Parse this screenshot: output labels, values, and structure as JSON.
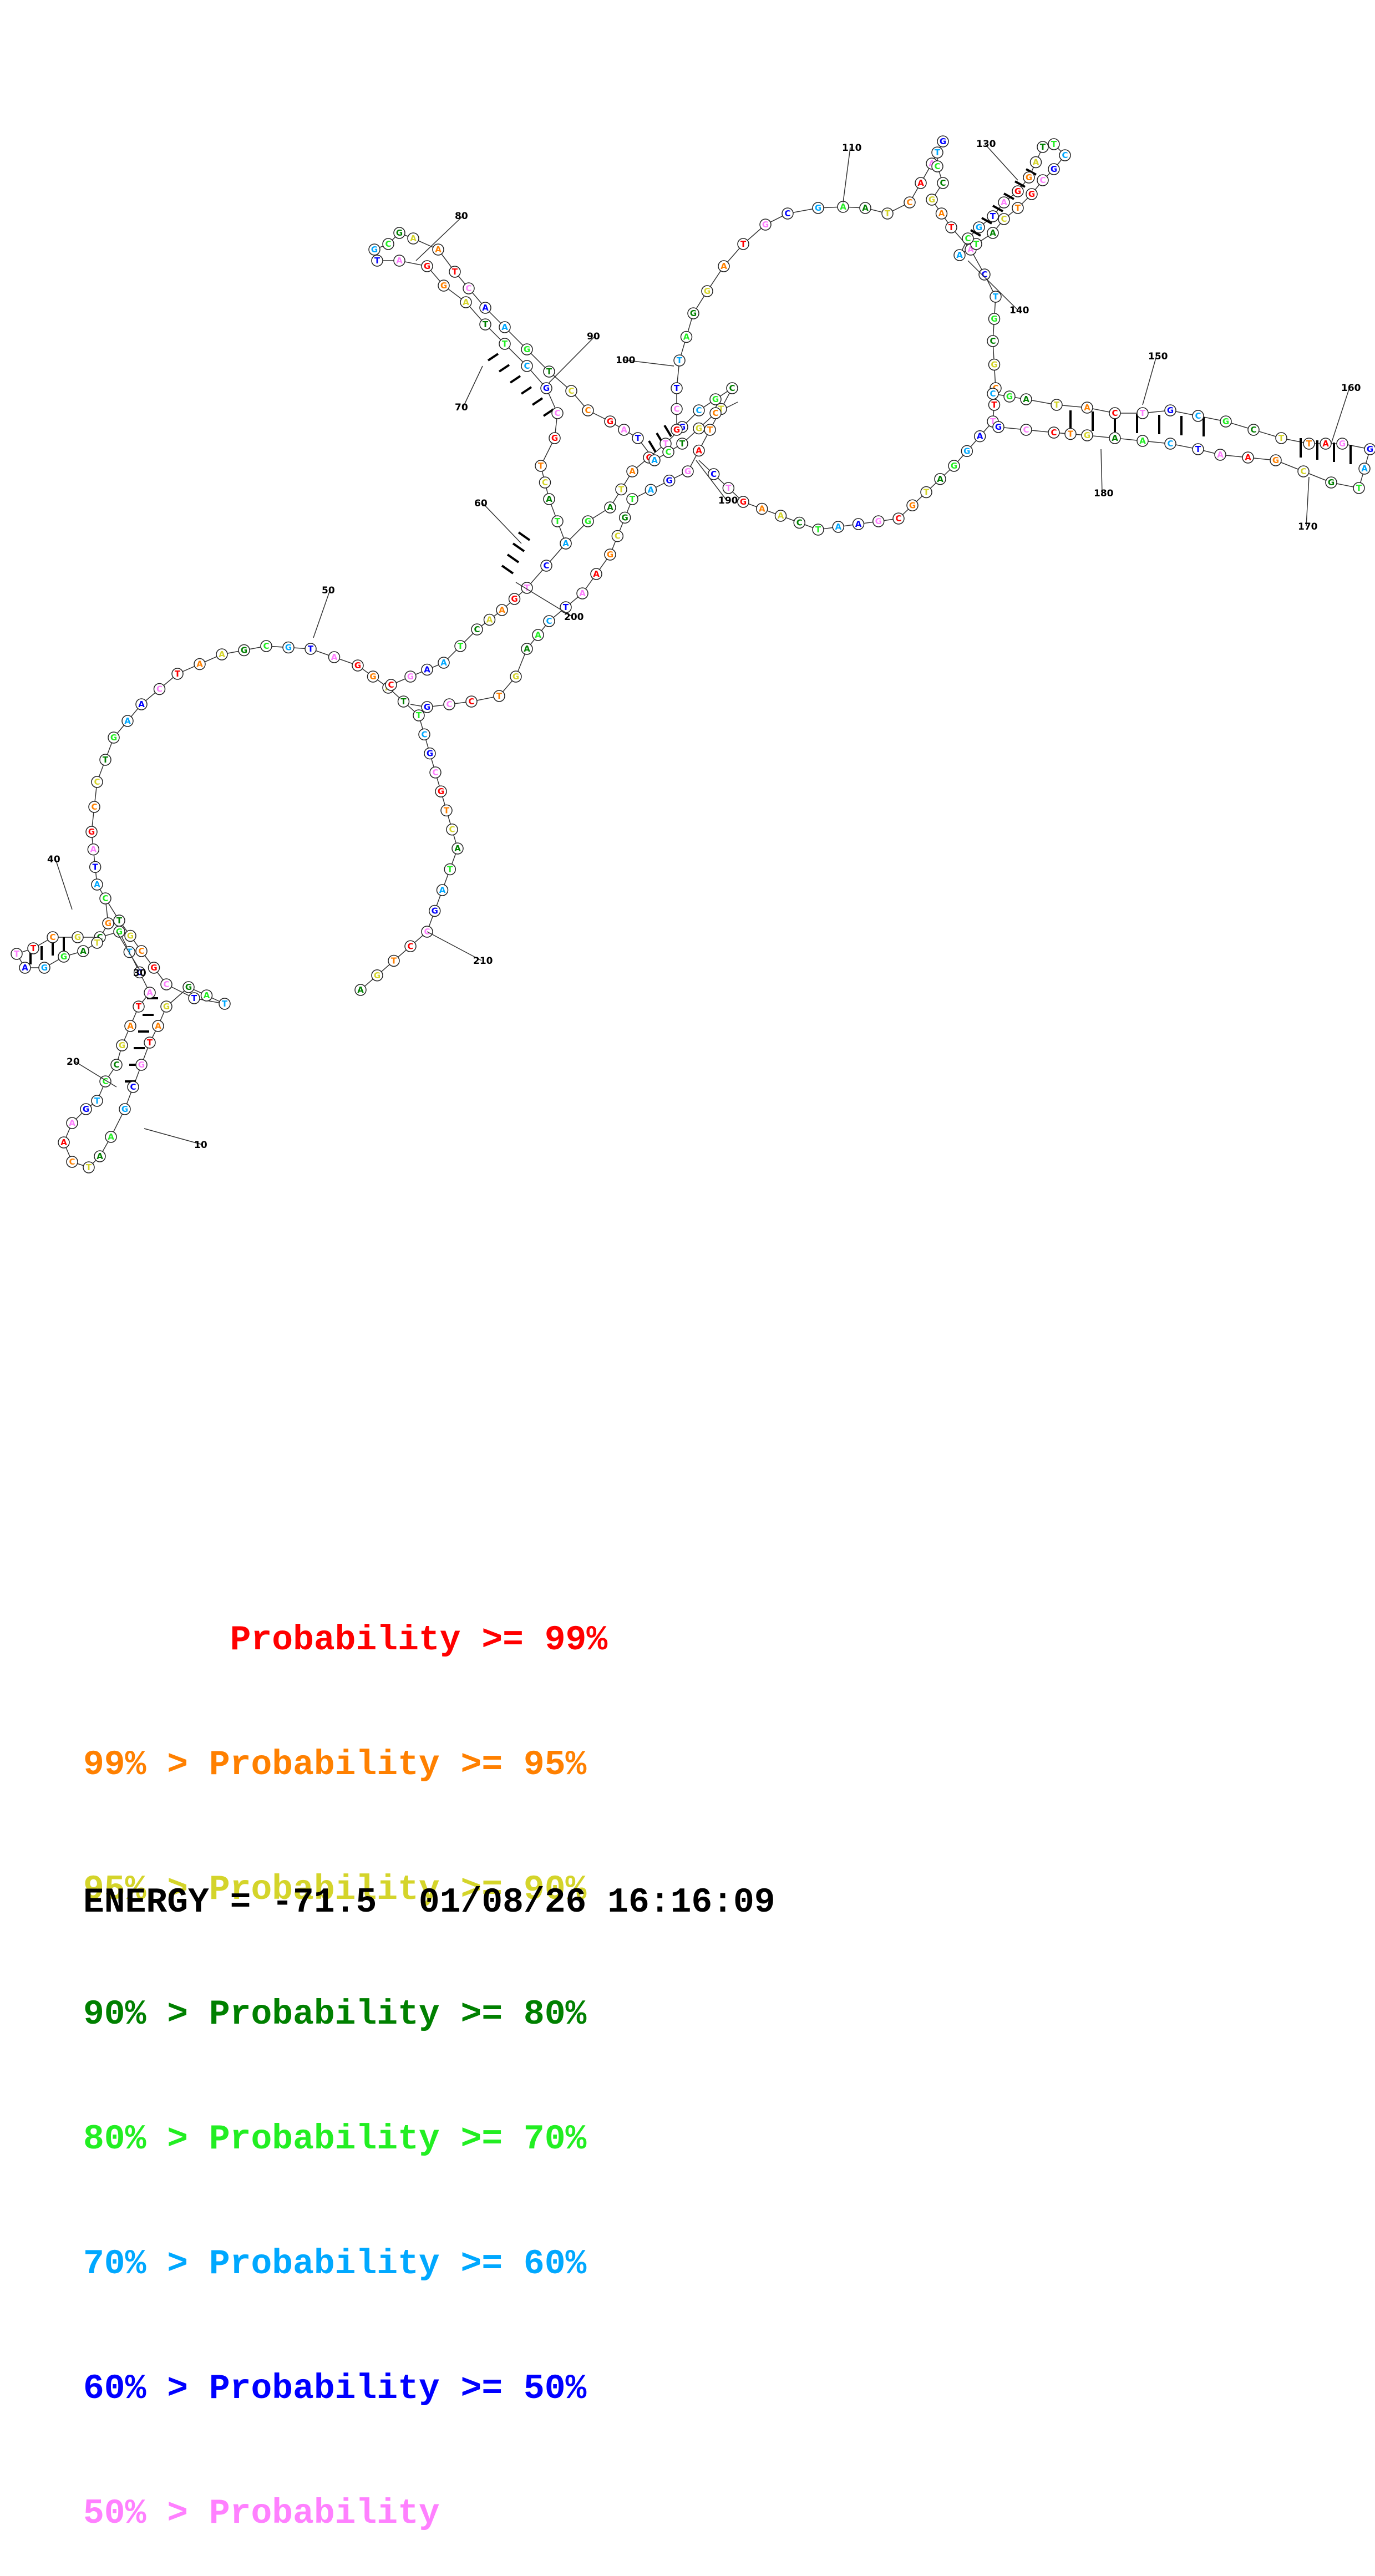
{
  "diagram": {
    "title": "",
    "tick_labels": [
      "10",
      "20",
      "30",
      "40",
      "50",
      "60",
      "70",
      "80",
      "90",
      "100",
      "110",
      "130",
      "140",
      "150",
      "160",
      "170",
      "180",
      "190",
      "200",
      "210"
    ],
    "nucleotides": [
      "A",
      "G",
      "T",
      "C",
      "C",
      "G",
      "A",
      "T",
      "A",
      "C",
      "T",
      "G",
      "C",
      "G",
      "C",
      "T",
      "T",
      "A",
      "G",
      "G",
      "A",
      "T",
      "G",
      "C",
      "G",
      "A",
      "A",
      "T",
      "C",
      "A"
    ]
  },
  "legend": {
    "rows": [
      {
        "prefix": "       ",
        "label": "Probability >= 99%",
        "color": "#ff0000",
        "prefix_color": "#ff0000"
      },
      {
        "prefix": "99% > ",
        "label": "Probability >= 95%",
        "color": "#ff8000",
        "prefix_color": "#ff8000"
      },
      {
        "prefix": "95% > ",
        "label": "Probability >= 90%",
        "color": "#d4d42a",
        "prefix_color": "#d4d42a"
      },
      {
        "prefix": "90% > ",
        "label": "Probability >= 80%",
        "color": "#008000",
        "prefix_color": "#008000"
      },
      {
        "prefix": "80% > ",
        "label": "Probability >= 70%",
        "color": "#22ee22",
        "prefix_color": "#22ee22"
      },
      {
        "prefix": "70% > ",
        "label": "Probability >= 60%",
        "color": "#00a8ff",
        "prefix_color": "#00a8ff"
      },
      {
        "prefix": "60% > ",
        "label": "Probability >= 50%",
        "color": "#0000ff",
        "prefix_color": "#0000ff"
      },
      {
        "prefix": "50% > ",
        "label": "Probability",
        "color": "#ff80ff",
        "prefix_color": "#ff80ff"
      }
    ],
    "energy_label": "ENERGY = -71.5  01/08/26 16:16:09"
  }
}
